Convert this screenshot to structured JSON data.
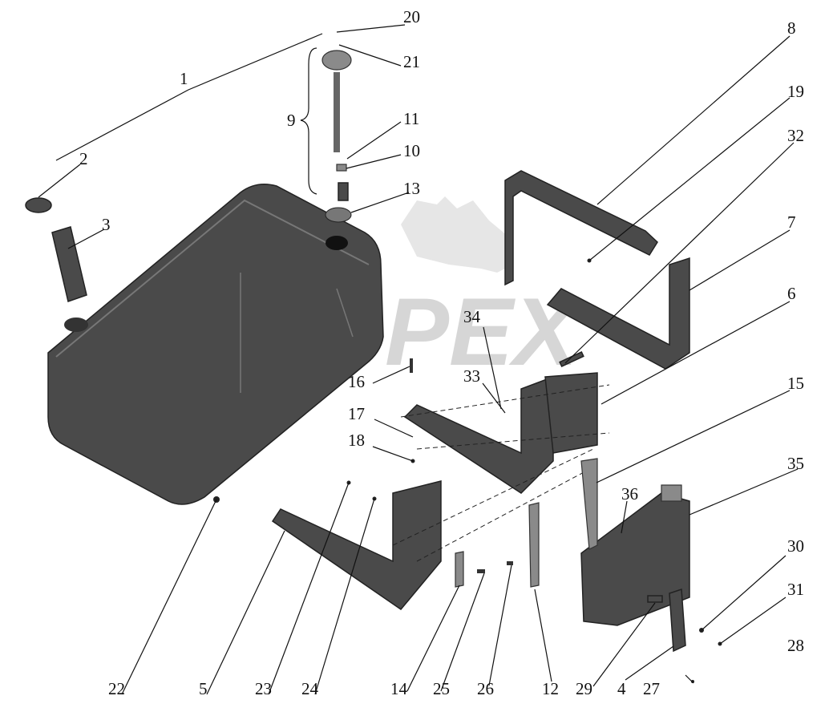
{
  "watermark": "PEX",
  "callouts": [
    "1",
    "2",
    "3",
    "4",
    "5",
    "6",
    "7",
    "8",
    "9",
    "10",
    "11",
    "12",
    "13",
    "14",
    "15",
    "16",
    "17",
    "18",
    "19",
    "20",
    "21",
    "22",
    "23",
    "24",
    "25",
    "26",
    "27",
    "28",
    "29",
    "30",
    "31",
    "32",
    "33",
    "34",
    "35",
    "36"
  ],
  "colors": {
    "ink": "#111111",
    "part_fill": "#4a4a4a",
    "watermark": "#d6d6d6"
  }
}
